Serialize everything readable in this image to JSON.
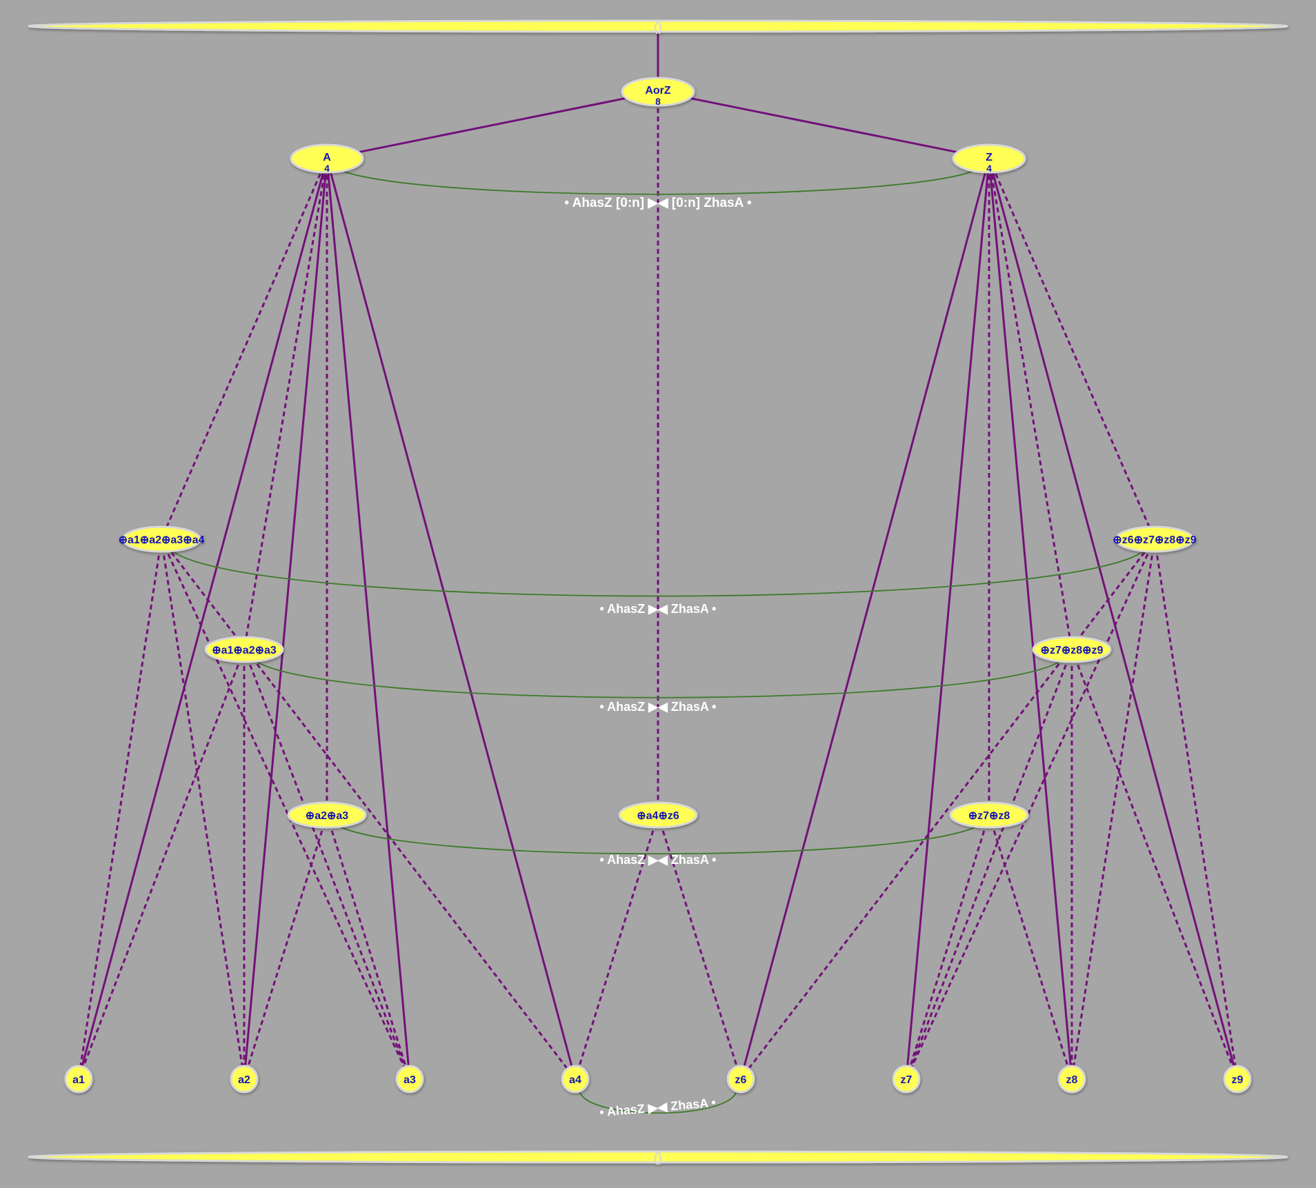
{
  "diagram": {
    "top_node": {
      "label": "()"
    },
    "bottom_node": {
      "label": "()"
    },
    "nodes": [
      {
        "id": "AorZ",
        "label": "AorZ",
        "count": "8"
      },
      {
        "id": "A",
        "label": "A",
        "count": "4"
      },
      {
        "id": "Z",
        "label": "Z",
        "count": "4"
      },
      {
        "id": "g_a1234",
        "label": "⊕a1⊕a2⊕a3⊕a4"
      },
      {
        "id": "g_z6789",
        "label": "⊕z6⊕z7⊕z8⊕z9"
      },
      {
        "id": "g_a123",
        "label": "⊕a1⊕a2⊕a3"
      },
      {
        "id": "g_z789",
        "label": "⊕z7⊕z8⊕z9"
      },
      {
        "id": "g_a23",
        "label": "⊕a2⊕a3"
      },
      {
        "id": "g_a4z6",
        "label": "⊕a4⊕z6"
      },
      {
        "id": "g_z78",
        "label": "⊕z7⊕z8"
      },
      {
        "id": "a1",
        "label": "a1"
      },
      {
        "id": "a2",
        "label": "a2"
      },
      {
        "id": "a3",
        "label": "a3"
      },
      {
        "id": "a4",
        "label": "a4"
      },
      {
        "id": "z6",
        "label": "z6"
      },
      {
        "id": "z7",
        "label": "z7"
      },
      {
        "id": "z8",
        "label": "z8"
      },
      {
        "id": "z9",
        "label": "z9"
      }
    ],
    "relation_labels": [
      {
        "id": "rel_A_Z",
        "text": "• AhasZ [0:n] ▶◀ [0:n] ZhasA •"
      },
      {
        "id": "rel_a1234_z6789",
        "text": "• AhasZ ▶◀ ZhasA •"
      },
      {
        "id": "rel_a123_z789",
        "text": "• AhasZ ▶◀ ZhasA •"
      },
      {
        "id": "rel_a23_z78",
        "text": "• AhasZ ▶◀ ZhasA •"
      },
      {
        "id": "rel_a4_z6",
        "text": "• AhasZ ▶◀ ZhasA •"
      }
    ],
    "colors": {
      "background": "#a6a6a6",
      "node_fill": "#ffff55",
      "node_stroke": "#d8d8d8",
      "node_text": "#1414b4",
      "edge": "#73107a",
      "relation": "#3c7a2a",
      "relation_text": "#ffffff"
    }
  }
}
